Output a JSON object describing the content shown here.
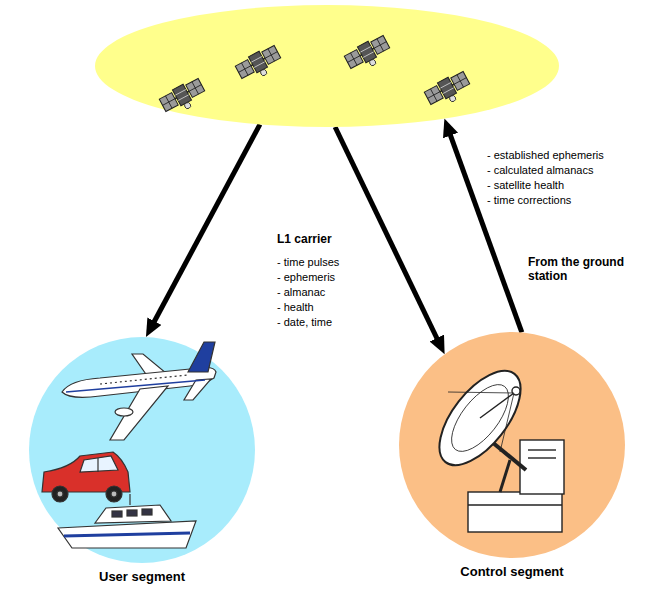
{
  "diagram": {
    "nodes": [
      {
        "text": []
      },
      {
        "text": [
          "User segment"
        ]
      },
      {
        "text": [
          "Control segment"
        ]
      }
    ],
    "edges": [
      {
        "from": 0,
        "to": 1,
        "arrow": "to"
      },
      {
        "from": 0,
        "to": 2,
        "arrow": "to"
      },
      {
        "from": 2,
        "to": 0,
        "arrow": "to"
      }
    ],
    "labels": [
      "L1 carrier",
      "- time pulses",
      "- ephemeris",
      "- almanac",
      "- health",
      "- date, time",
      "- established ephemeris",
      "- calculated almanacs",
      "- satellite health",
      "- time corrections",
      "From the ground station"
    ]
  }
}
